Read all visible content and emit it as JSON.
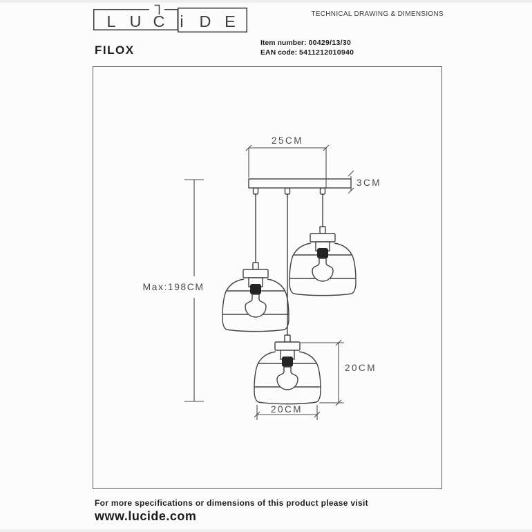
{
  "header": {
    "tagline": "TECHNICAL DRAWING & DIMENSIONS",
    "logo_letters": [
      "L",
      "U",
      "C",
      "i",
      "D",
      "E"
    ],
    "product_name": "FILOX",
    "item_number_label": "Item number:",
    "item_number_value": "00429/13/30",
    "ean_label": "EAN code:",
    "ean_value": "5411212010940"
  },
  "drawing": {
    "fixture": "3-shade pendant lamp on ceiling canopy",
    "dim_canopy_width": "25CM",
    "dim_canopy_height": "3CM",
    "dim_max_height": "Max:198CM",
    "dim_shade_height": "20CM",
    "dim_shade_width": "20CM"
  },
  "footer": {
    "note": "For more specifications or dimensions of this product please visit",
    "website": "www.lucide.com"
  },
  "colors": {
    "line": "#414141",
    "socket_fill": "#242424",
    "background": "#fcfcfc"
  }
}
